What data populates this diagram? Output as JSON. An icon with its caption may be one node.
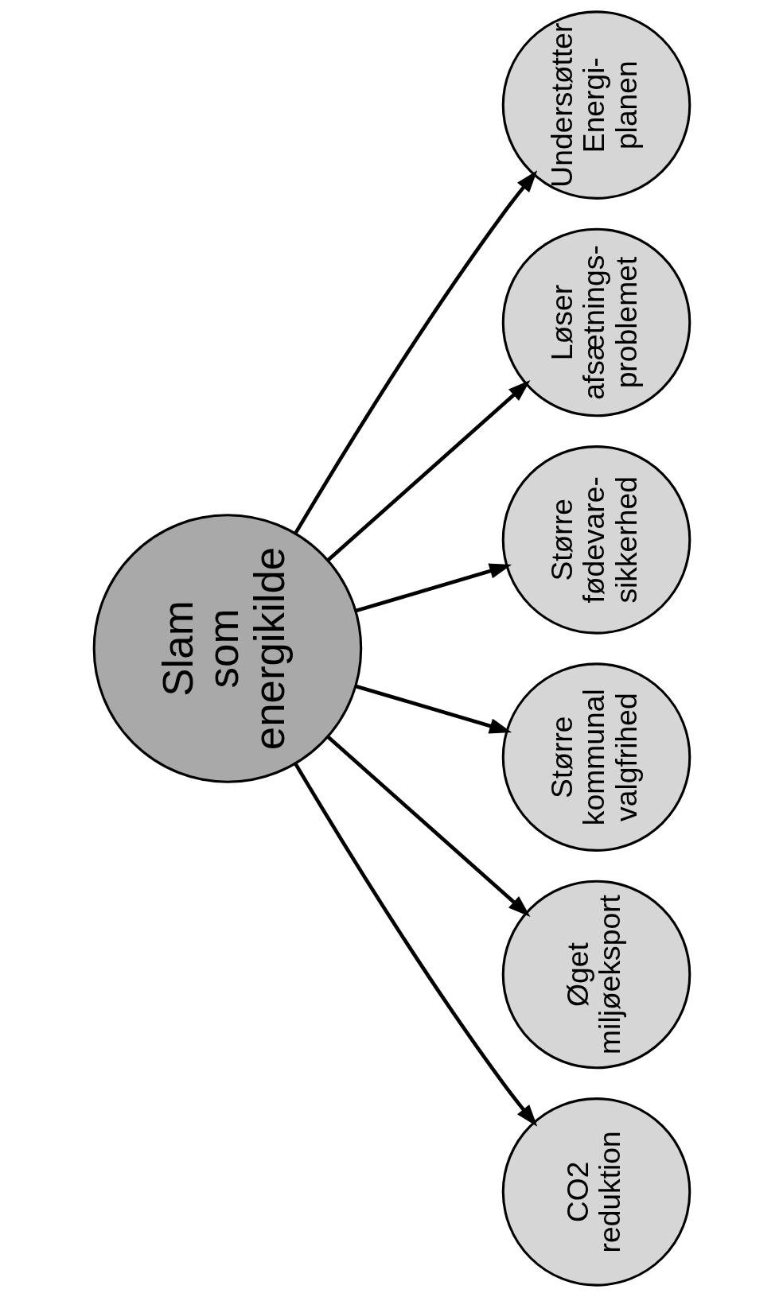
{
  "diagram": {
    "nodes": [
      {
        "text": [
          "Slam som energikilde"
        ]
      },
      {
        "text": [
          "CO2 reduktion"
        ]
      },
      {
        "text": [
          "Øget miljøeksport"
        ]
      },
      {
        "text": [
          "Større kommunal valgfrihed"
        ]
      },
      {
        "text": [
          "Større fødevare-sikkerhed"
        ]
      },
      {
        "text": [
          "Løser afsætnings-problemet"
        ]
      },
      {
        "text": [
          "Understøtter Energi-planen"
        ]
      }
    ],
    "edges": [
      {
        "from": 0,
        "to": 1,
        "arrow": "to"
      },
      {
        "from": 0,
        "to": 2,
        "arrow": "to"
      },
      {
        "from": 0,
        "to": 3,
        "arrow": "to"
      },
      {
        "from": 0,
        "to": 4,
        "arrow": "to"
      },
      {
        "from": 0,
        "to": 5,
        "arrow": "to"
      },
      {
        "from": 0,
        "to": 6,
        "arrow": "to"
      }
    ]
  }
}
